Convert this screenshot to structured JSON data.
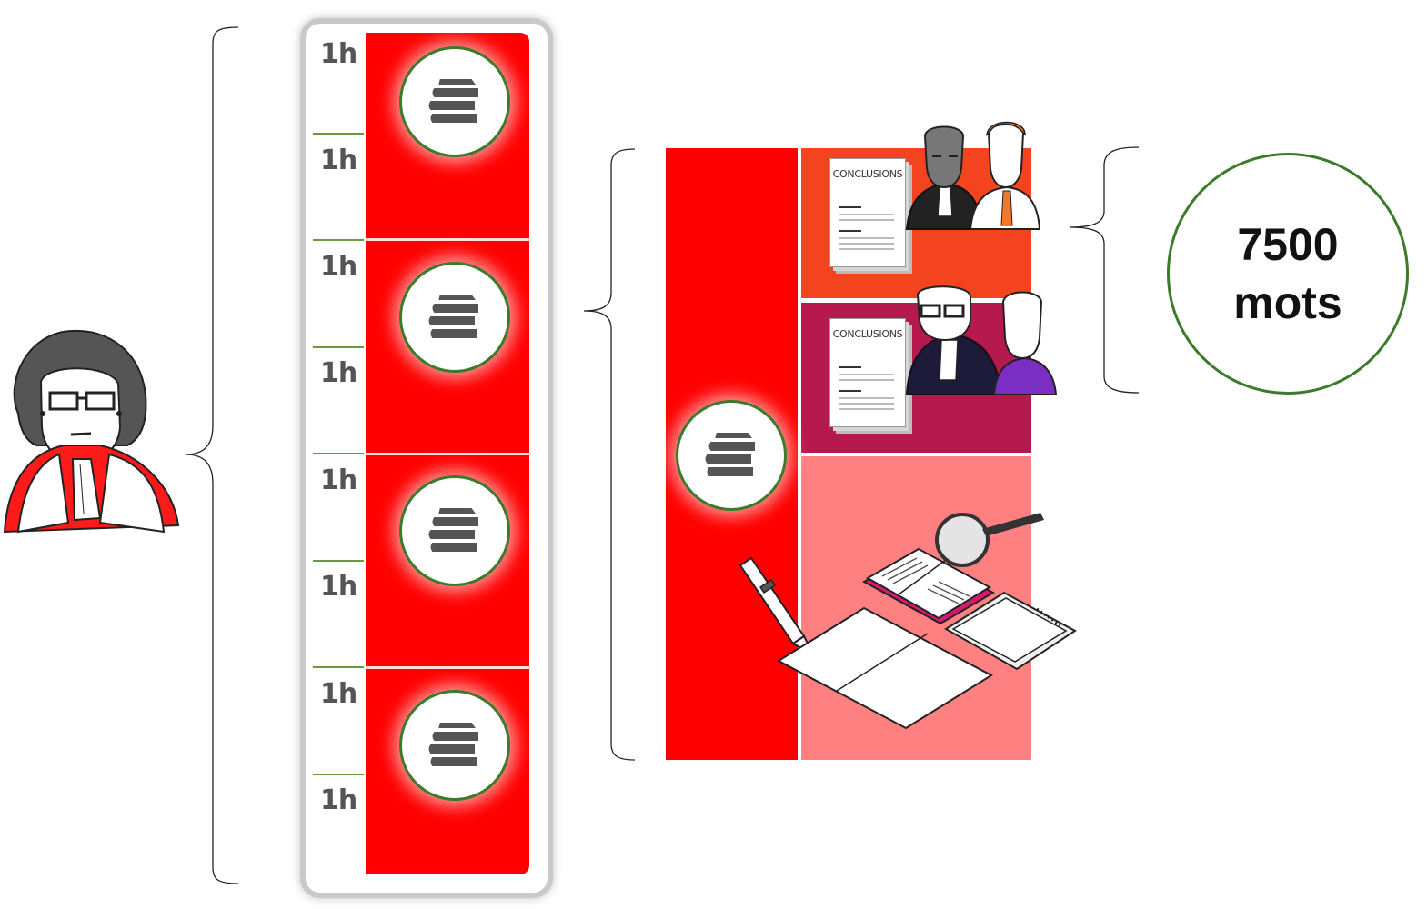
{
  "timeline": {
    "hours": [
      "1h",
      "1h",
      "1h",
      "1h",
      "1h",
      "1h",
      "1h",
      "1h"
    ],
    "block_count": 4
  },
  "documents": {
    "title_1": "CONCLUSIONS",
    "title_2": "CONCLUSIONS"
  },
  "word_count": {
    "number": "7500",
    "unit": "mots"
  },
  "icons": [
    "judge-figure",
    "books-icon",
    "lawyer-figure",
    "document-icon",
    "pen-icon",
    "magnifier-icon",
    "open-book-icon",
    "notebook-icon"
  ],
  "colors": {
    "work_red": "#ff0000",
    "segment_orange": "#f4431f",
    "segment_crimson": "#b5194e",
    "segment_pink": "#ff8080",
    "circle_border": "#3d7a2a"
  }
}
